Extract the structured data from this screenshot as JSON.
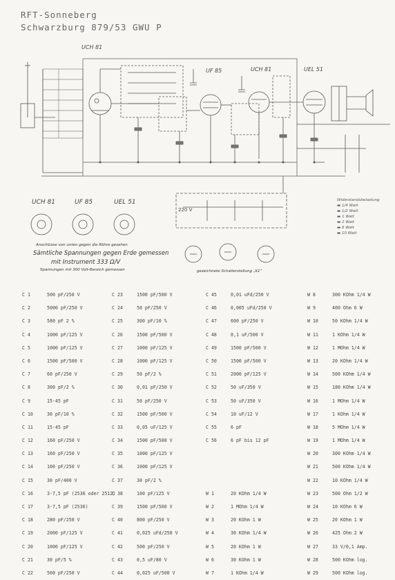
{
  "header": {
    "line1": "RFT-Sonneberg",
    "line2": "Schwarzburg 879/53 GWU P"
  },
  "tubes": [
    {
      "name": "UCH 81"
    },
    {
      "name": "UF 85"
    },
    {
      "name": "UCH 81"
    },
    {
      "name": "UEL 51"
    }
  ],
  "socket_labels": [
    "UCH 81",
    "UF 85",
    "UEL 51"
  ],
  "voltage_label": "220 V",
  "notes": {
    "line1": "Anschlüsse von unten gegen die Röhre gesehen",
    "line2": "Sämtliche Spannungen gegen Erde gemessen",
    "line3": "mit Instrument 333 Ω/V",
    "line4": "Spannungen mit 300 Volt-Bereich gemessen",
    "switch": "gezeichnete Schalterstellung „K1“"
  },
  "resistor_legend": {
    "title": "Widerstandsbelastung",
    "rows": [
      {
        "k": "1/4",
        "v": "Watt"
      },
      {
        "k": "1/2",
        "v": "Watt"
      },
      {
        "k": "1",
        "v": "Watt"
      },
      {
        "k": "2",
        "v": "Watt"
      },
      {
        "k": "6",
        "v": "Watt"
      },
      {
        "k": "10",
        "v": "Watt"
      }
    ]
  },
  "parts": {
    "col1": [
      {
        "id": "C  1",
        "val": "500  pF/250  V"
      },
      {
        "id": "C  2",
        "val": "5000  pF/250  V"
      },
      {
        "id": "C  3",
        "val": "580  pF 2 %"
      },
      {
        "id": "C  4",
        "val": "1000  pF/125  V"
      },
      {
        "id": "C  5",
        "val": "1000  pF/125  V"
      },
      {
        "id": "C  6",
        "val": "1500  pF/500  V"
      },
      {
        "id": "C  7",
        "val": "60  pF/250  V"
      },
      {
        "id": "C  8",
        "val": "300  pF/2 %"
      },
      {
        "id": "C  9",
        "val": "15-45  pF"
      },
      {
        "id": "C 10",
        "val": "30  pF/10 %"
      },
      {
        "id": "C 11",
        "val": "15-45  pF"
      },
      {
        "id": "C 12",
        "val": "160  pF/250  V"
      },
      {
        "id": "C 13",
        "val": "160  pF/250  V"
      },
      {
        "id": "C 14",
        "val": "100  pF/250  V"
      },
      {
        "id": "C 15",
        "val": "30  pF/400  V"
      },
      {
        "id": "C 16",
        "val": "3-7,5  pF  (2536 oder 2512)"
      },
      {
        "id": "C 17",
        "val": "3-7,5  pF  (2536)"
      },
      {
        "id": "C 18",
        "val": "280  pF/250  V"
      },
      {
        "id": "C 19",
        "val": "2000  pF/125  V"
      },
      {
        "id": "C 20",
        "val": "1000  pF/125  V"
      },
      {
        "id": "C 21",
        "val": "30  pF/5 %"
      },
      {
        "id": "C 22",
        "val": "500  pF/250  V"
      }
    ],
    "col2": [
      {
        "id": "C 23",
        "val": "1500  pF/500  V"
      },
      {
        "id": "C 24",
        "val": "50  pF/250  V"
      },
      {
        "id": "C 25",
        "val": "300  pF/10 %"
      },
      {
        "id": "C 26",
        "val": "1500  pF/500  V"
      },
      {
        "id": "C 27",
        "val": "1000  pF/125  V"
      },
      {
        "id": "C 28",
        "val": "1000  pF/125  V"
      },
      {
        "id": "C 29",
        "val": "50  pF/2 %"
      },
      {
        "id": "C 30",
        "val": "0,01  pF/250  V"
      },
      {
        "id": "C 31",
        "val": "50  pF/250  V"
      },
      {
        "id": "C 32",
        "val": "1500  pF/500  V"
      },
      {
        "id": "C 33",
        "val": "0,05  uF/125  V"
      },
      {
        "id": "C 34",
        "val": "1500  pF/500  V"
      },
      {
        "id": "C 35",
        "val": "1000  pF/125  V"
      },
      {
        "id": "C 36",
        "val": "1000  pF/125  V"
      },
      {
        "id": "C 37",
        "val": "30  pF/2 %"
      },
      {
        "id": "C 38",
        "val": "100  pF/125  V"
      },
      {
        "id": "C 39",
        "val": "1500  pF/500  V"
      },
      {
        "id": "C 40",
        "val": "800  pF/250  V"
      },
      {
        "id": "C 41",
        "val": "0,025  uFd/250  V"
      },
      {
        "id": "C 42",
        "val": "500  pF/250  V"
      },
      {
        "id": "C 43",
        "val": "0,5  uF/80  V"
      },
      {
        "id": "C 44",
        "val": "0,025  uF/500  V"
      }
    ],
    "col3": [
      {
        "id": "C 45",
        "val": "0,01  uFd/250  V"
      },
      {
        "id": "C 46",
        "val": "0,005  uFd/250  V"
      },
      {
        "id": "C 47",
        "val": "600  pF/250  V"
      },
      {
        "id": "C 48",
        "val": "0,1  uF/500  V"
      },
      {
        "id": "C 49",
        "val": "1500  pF/500  V"
      },
      {
        "id": "C 50",
        "val": "1500  pF/500  V"
      },
      {
        "id": "C 51",
        "val": "2000  pF/125  V"
      },
      {
        "id": "C 52",
        "val": "50  uF/350  V"
      },
      {
        "id": "C 53",
        "val": "50  uF/350  V"
      },
      {
        "id": "C 54",
        "val": "10  uF/12  V"
      },
      {
        "id": "C 55",
        "val": "6  pF"
      },
      {
        "id": "C 56",
        "val": "6  pF  bis  12  pF"
      },
      {
        "id": "",
        "val": ""
      },
      {
        "id": "",
        "val": ""
      },
      {
        "id": "",
        "val": ""
      },
      {
        "id": "W  1",
        "val": "20  KOhm 1/4 W"
      },
      {
        "id": "W  2",
        "val": "1  MOhm 1/4 W"
      },
      {
        "id": "W  3",
        "val": "20  KOhm  1 W"
      },
      {
        "id": "W  4",
        "val": "30  KOhm 1/4 W"
      },
      {
        "id": "W  5",
        "val": "20  KOhm  1 W"
      },
      {
        "id": "W  6",
        "val": "30  KOhm  1 W"
      },
      {
        "id": "W  7",
        "val": "1  KOhm 1/4 W"
      }
    ],
    "col4": [
      {
        "id": "W  8",
        "val": "300  KOhm 1/4 W"
      },
      {
        "id": "W  9",
        "val": "400  Ohm   6 W"
      },
      {
        "id": "W 10",
        "val": "50  KOhm 1/4 W"
      },
      {
        "id": "W 11",
        "val": "1  KOhm 1/4 W"
      },
      {
        "id": "W 12",
        "val": "1  MOhm 1/4 W"
      },
      {
        "id": "W 13",
        "val": "20  KOhm 1/4 W"
      },
      {
        "id": "W 14",
        "val": "500  KOhm 1/4 W"
      },
      {
        "id": "W 15",
        "val": "180  KOhm 1/4 W"
      },
      {
        "id": "W 16",
        "val": "1  MOhm 1/4 W"
      },
      {
        "id": "W 17",
        "val": "1  KOhm 1/4 W"
      },
      {
        "id": "W 18",
        "val": "5  MOhm 1/4 W"
      },
      {
        "id": "W 19",
        "val": "1  MOhm 1/4 W"
      },
      {
        "id": "W 20",
        "val": "300  KOhm 1/4 W"
      },
      {
        "id": "W 21",
        "val": "500  KOhm 1/4 W"
      },
      {
        "id": "W 22",
        "val": "10  KOhm 1/4 W"
      },
      {
        "id": "W 23",
        "val": "500  Ohm  1/2 W"
      },
      {
        "id": "W 24",
        "val": "10  KOhm  6 W"
      },
      {
        "id": "W 25",
        "val": "20  KOhm  1 W"
      },
      {
        "id": "W 26",
        "val": "425  Ohm   2 W"
      },
      {
        "id": "W 27",
        "val": "33  V/0,1  Amp."
      },
      {
        "id": "W 28",
        "val": "500  KOhm  log."
      },
      {
        "id": "W 29",
        "val": "500  KOhm  log."
      }
    ]
  }
}
